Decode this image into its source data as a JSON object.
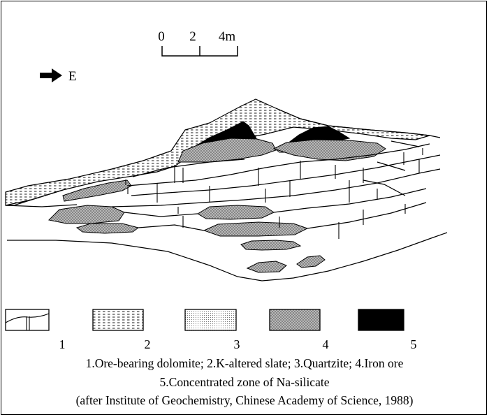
{
  "scale_bar": {
    "ticks": [
      "0",
      "2",
      "4m"
    ]
  },
  "direction": {
    "label": "E",
    "icon": "arrow-right-icon"
  },
  "legend": {
    "items": [
      {
        "number": "1",
        "pattern": "ore-bearing-dolomite"
      },
      {
        "number": "2",
        "pattern": "k-altered-slate"
      },
      {
        "number": "3",
        "pattern": "quartzite"
      },
      {
        "number": "4",
        "pattern": "iron-ore"
      },
      {
        "number": "5",
        "pattern": "na-silicate-zone"
      }
    ]
  },
  "caption": {
    "line1": "1.Ore-bearing dolomite; 2.K-altered slate; 3.Quartzite; 4.Iron ore",
    "line2": "5.Concentrated zone of Na-silicate",
    "line3": "(after Institute of Geochemistry, Chinese Academy of Science, 1988)"
  },
  "colors": {
    "ink": "#000000",
    "paper": "#ffffff",
    "ore_fill": "#b8b8b8"
  }
}
